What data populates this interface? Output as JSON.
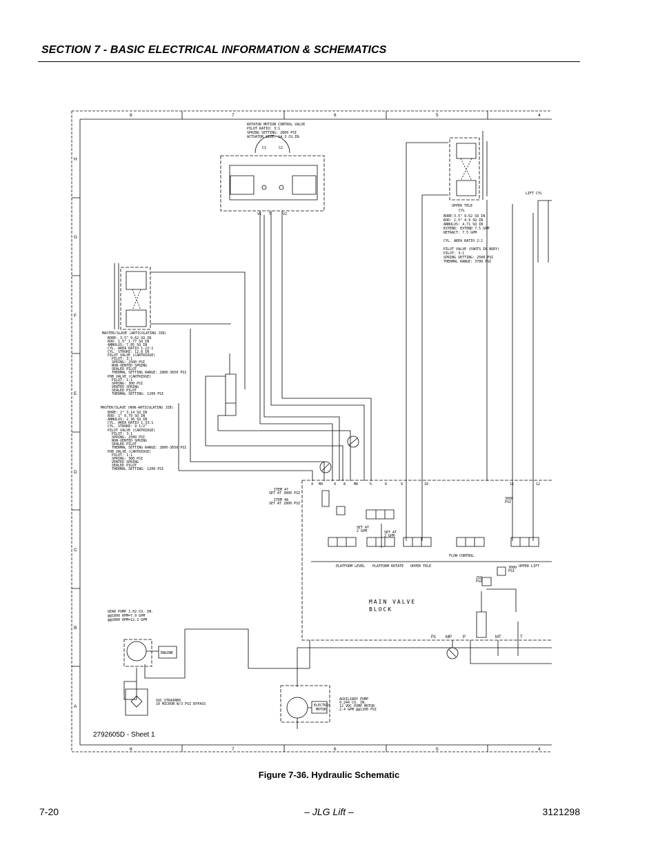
{
  "header": {
    "title": "SECTION 7 - BASIC ELECTRICAL INFORMATION & SCHEMATICS"
  },
  "drawing": {
    "sheet_id": "2792605D - Sheet 1",
    "column_labels": [
      "8",
      "7",
      "6",
      "5",
      "4"
    ],
    "row_labels": [
      "H",
      "G",
      "F",
      "E",
      "D",
      "C",
      "B",
      "A"
    ],
    "rotator_valve": [
      "ROTATOR MOTION CONTROL VALVE",
      "PILOT RATIO: 3:1",
      "SPRING SETTING: 2800 PSI",
      "ACTUATOR SIZE: 14.3 CU.IN."
    ],
    "rotator_ports": [
      "C1",
      "C2",
      "V1",
      "T",
      "V2"
    ],
    "upper_tele": [
      "UPPER TELE",
      "CYL"
    ],
    "upper_tele_specs": [
      "BORE:3.5\" 9.62 SQ IN",
      "ROD: 2.5\" 4.9 SQ IN",
      "ANNULUS: 4.71 SQ IN",
      "EXTEND: EXTEND 7.5 GPM",
      "RETRACT: 7.5 GPM",
      "CYL. AREA RATIO 2:1",
      "PILOT VALVE (PARTS IN BODY)",
      "PILOT: 3:1",
      "SPRING SETTING: 2500 PSI",
      "THERMAL RANGE: 3700 PSI"
    ],
    "lift_cyl": "LIFT CYL",
    "master_slave_art": [
      "MASTER/SLAVE (ARTICULATING JIB)",
      "BORE: 3.5\" 9.62 SQ IN",
      "ROD: 1.5\" 1.77 SQ IN",
      "ANNULUS: 7.85 SQ IN",
      "CYL. AREA RATIO 1.22:1",
      "CYL. STROKE: 12.8 IN",
      "PILOT VALVE (CARTRIDGE)",
      "PILOT: 3:1",
      "SPRING: 2500 PSI",
      "NON-VENTED SPRING",
      "SEALED PILOT",
      "THERMAL SETTING RANGE: 2800-3650 PSI",
      "POB VALVE (CARTRIDGE)",
      "PILOT: 1:1",
      "SPRING: 300 PSI",
      "VENTED SPRING",
      "SEALED PILOT",
      "THERMAL SETTING: 1200 PSI"
    ],
    "master_slave_non": [
      "MASTER/SLAVE (NON-ARTICULATING JIB)",
      "BORE: 2\" 3.14 SQ IN",
      "ROD: 1\" 0.79 SQ IN",
      "ANNULUS: 2.36 SQ IN",
      "CYL. AREA RATIO 1.33:1",
      "CYL. STROKE: 9 1/2\"",
      "PILOT VALVE (CARTRIDGE)",
      "PILOT: 3:1",
      "SPRING: 2500 PSI",
      "NON-VENTED SPRING",
      "SEALED PILOT",
      "THERMAL SETTING RANGE: 2800-3650 PSI",
      "POB VALVE (CARTRIDGE)",
      "PILOT: 1:1",
      "SPRING: 300 PSI",
      "VENTED SPRING",
      "SEALED PILOT",
      "THERMAL SETTING: 1200 PSI"
    ],
    "gear_pump": [
      "GEAR PUMP 1.02 CU. IN.",
      "@@1800 RPM=7.9 GPM",
      "@@2800 RPM=12.3 GPM"
    ],
    "engine": "ENGINE",
    "strainer": [
      "SUC STRAINER",
      "10 MICRON W/3 PSI BYPASS"
    ],
    "aux_pump": [
      "AUXILIARY PUMP",
      "0.244 CU. IN.",
      "12 VDC PUMP MOTOR",
      "2.4 GPM @@1200 PSI"
    ],
    "electric_motor": [
      "ELECTRIC",
      "MOTOR"
    ],
    "main_valve_block": [
      "MAIN VALVE",
      "BLOCK"
    ],
    "valve_ports": [
      "4",
      "M4",
      "4",
      "8",
      "M8",
      "5",
      "6",
      "9",
      "10",
      "11",
      "12"
    ],
    "item_notes": [
      "ITEM 47",
      "SET AT 3000 PSI",
      "ITEM 48",
      "SET AT 2800 PSI",
      "SET AT",
      "2 GPM",
      "SET AT",
      "2 GPM",
      "3000",
      "PSI",
      "3000",
      "PSI",
      "250",
      "PSI"
    ],
    "section_labels": [
      "PLATFORM LEVEL",
      "PLATFORM ROTATE",
      "UPPER TELE",
      "FLOW CONTROL",
      "UPPER LIFT"
    ],
    "bottom_ports": [
      "P1",
      "MP",
      "P",
      "MT",
      "T"
    ]
  },
  "caption": "Figure 7-36.  Hydraulic Schematic",
  "footer": {
    "page": "7-20",
    "center": "– JLG Lift –",
    "doc_number": "3121298"
  }
}
